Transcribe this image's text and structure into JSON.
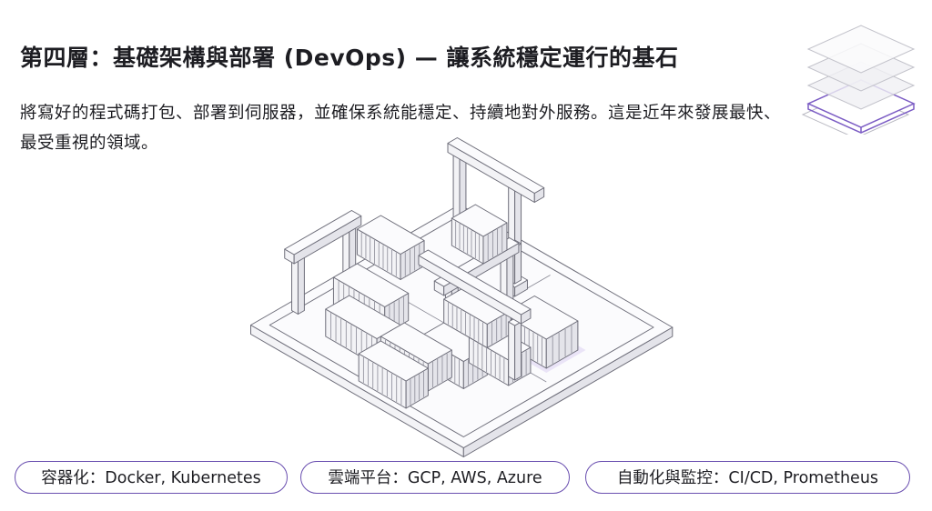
{
  "slide": {
    "title": "第四層：基礎架構與部署 (DevOps) — 讓系統穩定運行的基石",
    "description": "將寫好的程式碼打包、部署到伺服器，並確保系統能穩定、持續地對外服務。這是近年來發展最快、最受重視的領域。",
    "tags": [
      {
        "label": "容器化：Docker, Kubernetes"
      },
      {
        "label": "雲端平台：GCP, AWS, Azure"
      },
      {
        "label": "自動化與監控：CI/CD, Prometheus"
      }
    ],
    "icons": {
      "layers": "stacked-layers-icon",
      "illustration": "isometric-container-port-illustration"
    },
    "colors": {
      "accent": "#6a4fb0",
      "text": "#1d1d22",
      "line": "#9a9aa6"
    }
  }
}
